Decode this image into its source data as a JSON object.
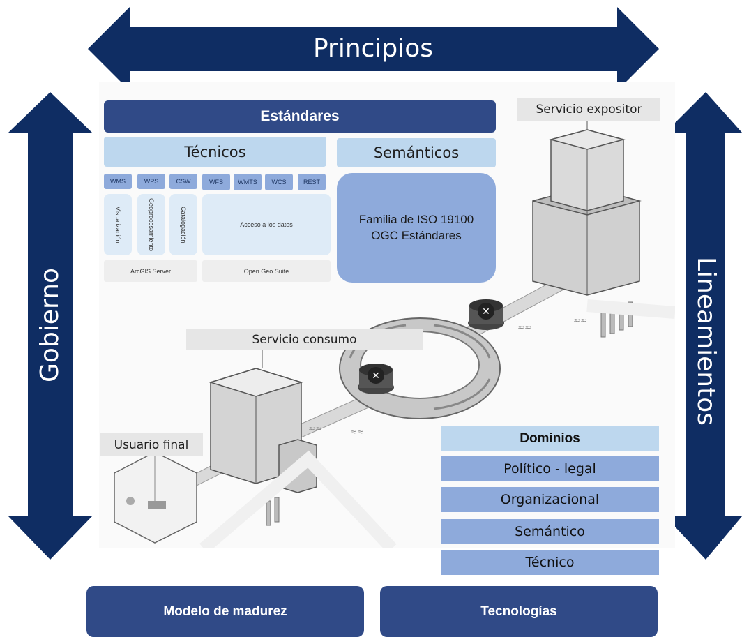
{
  "arrows": {
    "top": "Principios",
    "left": "Gobierno",
    "right": "Lineamientos"
  },
  "standards": {
    "title": "Estándares",
    "technical": {
      "title": "Técnicos",
      "chips": [
        "WMS",
        "WPS",
        "CSW",
        "WFS",
        "WMTS",
        "WCS",
        "REST"
      ],
      "categories": [
        "Visualización",
        "Geoprocesamiento",
        "Catalogación",
        "Acceso a los datos"
      ],
      "servers": [
        "ArcGIS Server",
        "Open Geo Suite"
      ]
    },
    "semantic": {
      "title": "Semánticos",
      "line1": "Familia de ISO 19100",
      "line2": "OGC Estándares"
    }
  },
  "labels": {
    "exposer": "Servicio expositor",
    "consumer": "Servicio consumo",
    "user": "Usuario final"
  },
  "domains": {
    "title": "Dominios",
    "items": [
      "Político - legal",
      "Organizacional",
      "Semántico",
      "Técnico"
    ]
  },
  "bottom": {
    "left": "Modelo de madurez",
    "right": "Tecnologías"
  },
  "colors": {
    "navy": "#0f2d63",
    "dark_blue": "#304a87",
    "medium_blue": "#8eaadb",
    "light_blue": "#bdd7ee",
    "pale_blue": "#deebf7"
  }
}
